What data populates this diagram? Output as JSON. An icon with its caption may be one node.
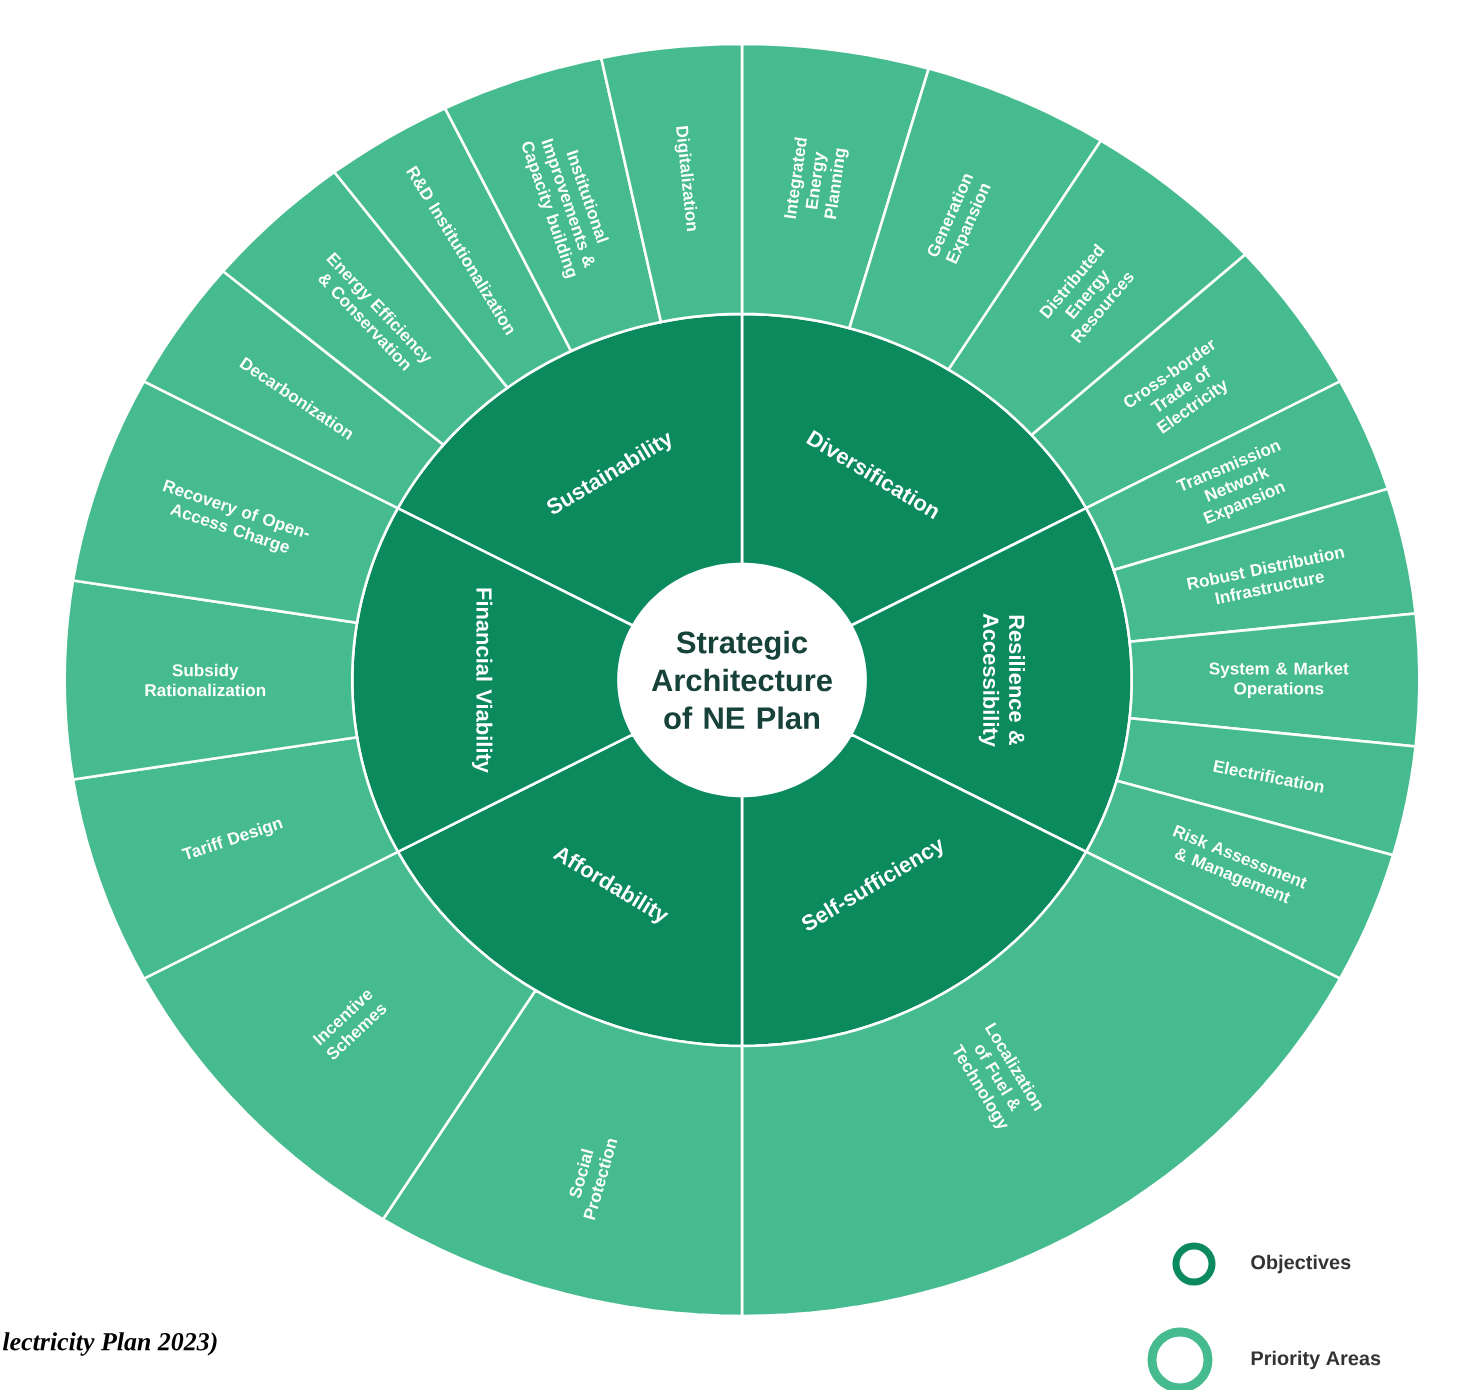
{
  "diagram": {
    "nodes": [
      {
        "text": [
          "Strategic Architecture of NE Plan"
        ]
      },
      {
        "text": [
          "Diversification"
        ]
      },
      {
        "text": [
          "Resilience & Accessibility"
        ]
      },
      {
        "text": [
          "Self-sufficiency"
        ]
      },
      {
        "text": [
          "Affordability"
        ]
      },
      {
        "text": [
          "Financial Viability"
        ]
      },
      {
        "text": [
          "Sustainability"
        ]
      },
      {
        "text": [
          "Integrated Energy Planning"
        ]
      },
      {
        "text": [
          "Generation Expansion"
        ]
      },
      {
        "text": [
          "Distributed Energy Resources"
        ]
      },
      {
        "text": [
          "Cross-border Trade of Electricity"
        ]
      },
      {
        "text": [
          "Transmission Network Expansion"
        ]
      },
      {
        "text": [
          "Robust Distribution Infrastructure"
        ]
      },
      {
        "text": [
          "System & Market Operations"
        ]
      },
      {
        "text": [
          "Electrification"
        ]
      },
      {
        "text": [
          "Risk Assessment & Management"
        ]
      },
      {
        "text": [
          "Localization of Fuel & Technology"
        ]
      },
      {
        "text": [
          "Social Protection"
        ]
      },
      {
        "text": [
          "Incentive Schemes"
        ]
      },
      {
        "text": [
          "Tariff Design"
        ]
      },
      {
        "text": [
          "Subsidy Rationalization"
        ]
      },
      {
        "text": [
          "Recovery of Open-Access Charge"
        ]
      },
      {
        "text": [
          "Decarbonization"
        ]
      },
      {
        "text": [
          "Energy Efficiency & Conservation"
        ]
      },
      {
        "text": [
          "R&D Institutionalization"
        ]
      },
      {
        "text": [
          "Institutional Improvements & Capacity building"
        ]
      },
      {
        "text": [
          "Digitalization"
        ]
      }
    ],
    "labels": [
      "lectricity Plan 2023)"
    ],
    "legend": [
      {
        "text": "Objectives",
        "color": "#0b8a5e"
      },
      {
        "text": "Priority Areas",
        "color": "#45bb8f"
      }
    ]
  }
}
